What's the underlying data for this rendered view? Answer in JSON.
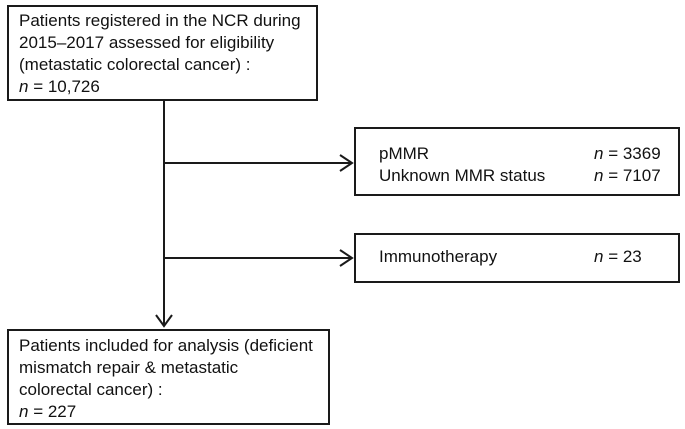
{
  "top_box": {
    "lines": [
      "Patients registered in the NCR during",
      "2015–2017 assessed for  eligibility",
      "(metastatic colorectal cancer) :"
    ],
    "n_symbol": "n",
    "n_value": " = 10,726"
  },
  "mmr_box": {
    "rows": [
      {
        "label": "pMMR",
        "n_symbol": "n",
        "n_value": " = 3369"
      },
      {
        "label": "Unknown MMR status",
        "n_symbol": "n",
        "n_value": " = 7107"
      }
    ]
  },
  "immuno_box": {
    "label": "Immunotherapy",
    "n_symbol": "n",
    "n_value": " = 23"
  },
  "bottom_box": {
    "lines": [
      "Patients included for analysis (deficient",
      "mismatch repair  & metastatic",
      "colorectal cancer) :"
    ],
    "n_symbol": "n",
    "n_value": " = 227"
  },
  "colors": {
    "line": "#1a1a1a",
    "background": "#ffffff"
  }
}
